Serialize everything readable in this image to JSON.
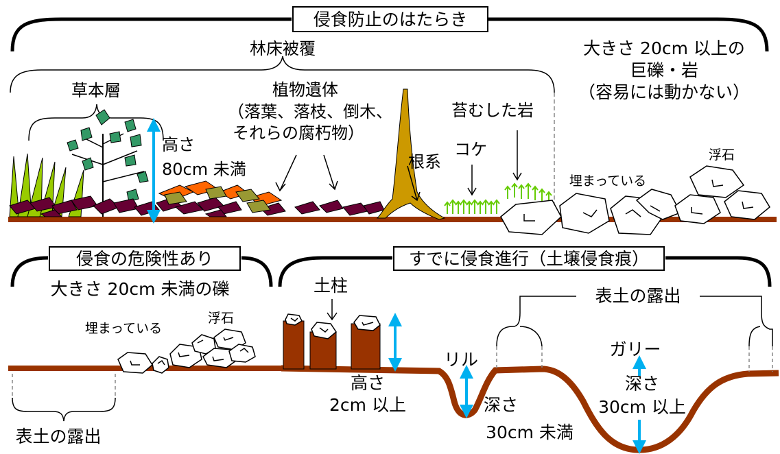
{
  "title": "侵食防止のはたらき",
  "cover": {
    "label": "林床被覆",
    "herb_layer": "草本層",
    "height_line1": "高さ",
    "height_line2": "80cm 未満",
    "litter_title": "植物遺体",
    "litter_line2": "（落葉、落枝、倒木、",
    "litter_line3": "それらの腐朽物）",
    "roots": "根系",
    "moss": "コケ",
    "mossy_rock": "苔むした岩",
    "boulder_line1": "大きさ 20cm 以上の",
    "boulder_line2": "巨礫・岩",
    "boulder_line3": "（容易には動かない）",
    "buried": "埋まっている",
    "floating": "浮石"
  },
  "risk": {
    "title": "侵食の危険性あり",
    "gravel": "大きさ 20cm 未満の礫",
    "buried": "埋まっている",
    "floating": "浮石",
    "topsoil": "表土の露出"
  },
  "progress": {
    "title": "すでに侵食進行（土壌侵食痕）",
    "pillar": "土柱",
    "pillar_h1": "高さ",
    "pillar_h2": "2cm 以上",
    "rill": "リル",
    "rill_d1": "深さ",
    "rill_d2": "30cm 未満",
    "topsoil": "表土の露出",
    "gully": "ガリー",
    "gully_d1": "深さ",
    "gully_d2": "30cm 以上"
  },
  "colors": {
    "soil": "#993300",
    "arrow": "#00b0f0",
    "leaf_dark": "#660033",
    "leaf_orange": "#ff6600",
    "leaf_olive": "#999933",
    "grass": "#99cc00",
    "moss": "#66cc00",
    "root": "#cc9900",
    "leaf_green": "#339966"
  }
}
